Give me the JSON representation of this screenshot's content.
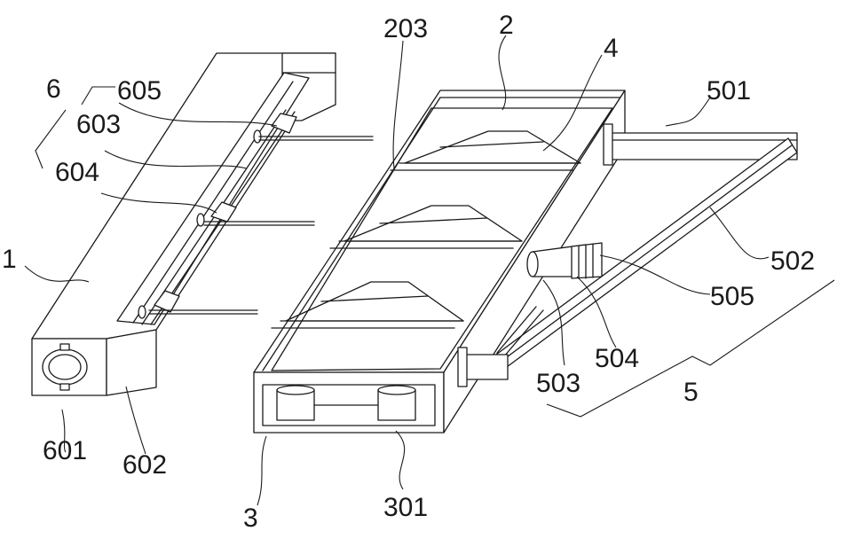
{
  "labels": {
    "l1": "1",
    "l2": "2",
    "l3": "3",
    "l4": "4",
    "l5": "5",
    "l6": "6",
    "l203": "203",
    "l301": "301",
    "l501": "501",
    "l502": "502",
    "l503": "503",
    "l504": "504",
    "l505": "505",
    "l601": "601",
    "l602": "602",
    "l603": "603",
    "l604": "604",
    "l605": "605"
  }
}
